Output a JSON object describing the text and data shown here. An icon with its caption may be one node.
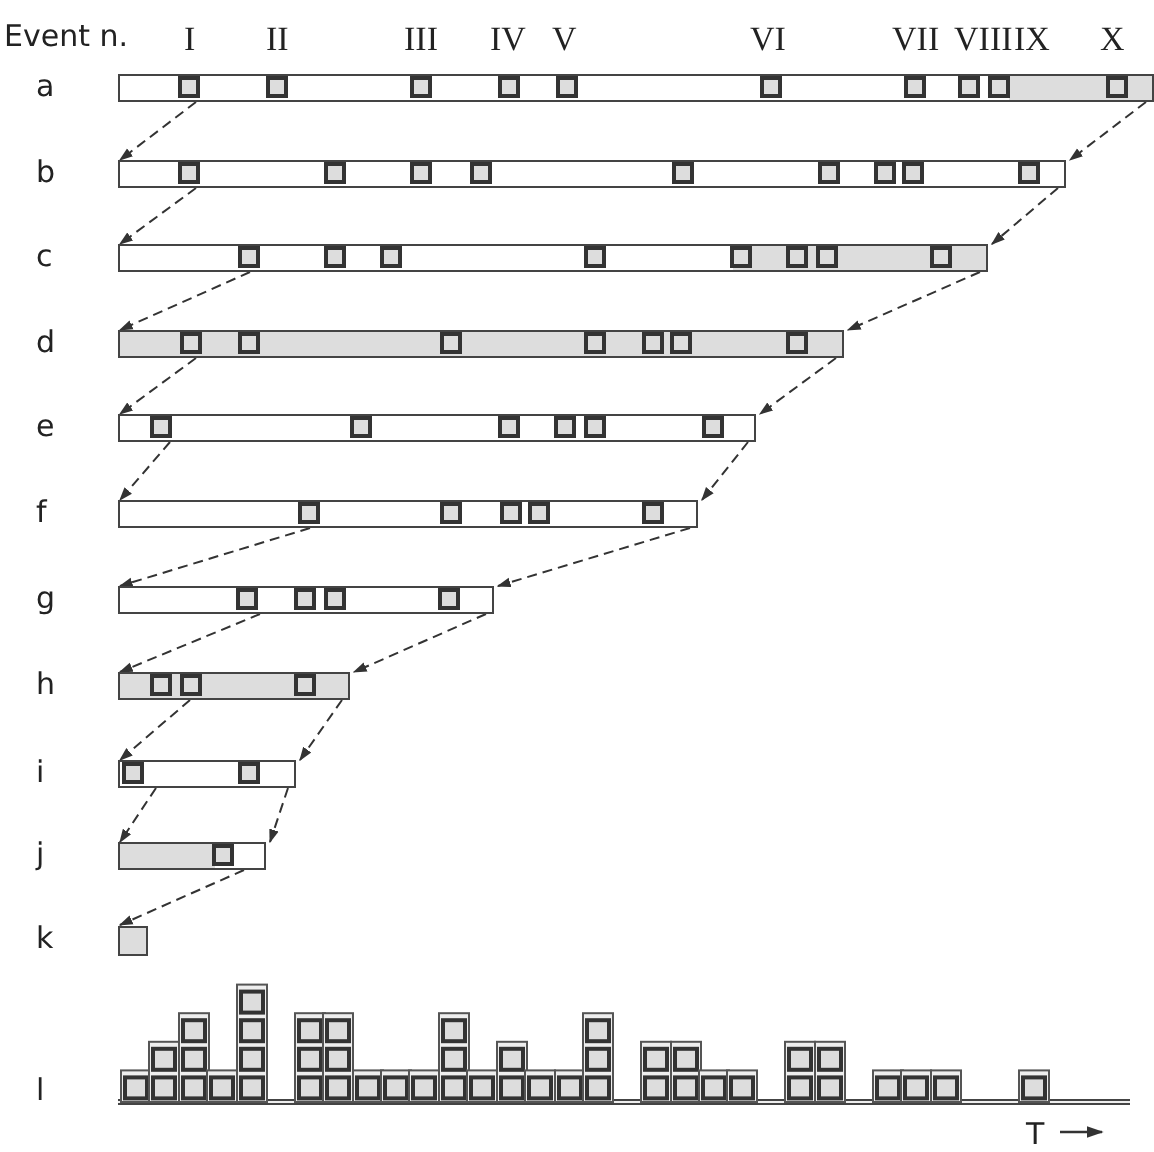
{
  "diagram": {
    "nodes": [
      {
        "text": [],
        "shape": "bar"
      },
      {
        "text": [],
        "shape": "bar"
      },
      {
        "text": [],
        "shape": "bar"
      },
      {
        "text": [],
        "shape": "bar"
      },
      {
        "text": [],
        "shape": "bar"
      },
      {
        "text": [],
        "shape": "bar"
      },
      {
        "text": [],
        "shape": "bar"
      },
      {
        "text": [],
        "shape": "bar"
      },
      {
        "text": [],
        "shape": "bar"
      },
      {
        "text": [],
        "shape": "bar"
      },
      {
        "text": [],
        "shape": "box"
      }
    ],
    "edges": [
      {
        "from": 0,
        "to": 1,
        "arrow": "to",
        "style": "dashed"
      },
      {
        "from": 0,
        "to": 1,
        "arrow": "to",
        "style": "dashed"
      },
      {
        "from": 1,
        "to": 2,
        "arrow": "to",
        "style": "dashed"
      },
      {
        "from": 1,
        "to": 2,
        "arrow": "to",
        "style": "dashed"
      },
      {
        "from": 2,
        "to": 3,
        "arrow": "to",
        "style": "dashed"
      },
      {
        "from": 2,
        "to": 3,
        "arrow": "to",
        "style": "dashed"
      },
      {
        "from": 3,
        "to": 4,
        "arrow": "to",
        "style": "dashed"
      },
      {
        "from": 3,
        "to": 4,
        "arrow": "to",
        "style": "dashed"
      },
      {
        "from": 4,
        "to": 5,
        "arrow": "to",
        "style": "dashed"
      },
      {
        "from": 4,
        "to": 5,
        "arrow": "to",
        "style": "dashed"
      },
      {
        "from": 5,
        "to": 6,
        "arrow": "to",
        "style": "dashed"
      },
      {
        "from": 5,
        "to": 6,
        "arrow": "to",
        "style": "dashed"
      },
      {
        "from": 6,
        "to": 7,
        "arrow": "to",
        "style": "dashed"
      },
      {
        "from": 6,
        "to": 7,
        "arrow": "to",
        "style": "dashed"
      },
      {
        "from": 7,
        "to": 8,
        "arrow": "to",
        "style": "dashed"
      },
      {
        "from": 7,
        "to": 8,
        "arrow": "to",
        "style": "dashed"
      },
      {
        "from": 8,
        "to": 9,
        "arrow": "to",
        "style": "dashed"
      },
      {
        "from": 8,
        "to": 9,
        "arrow": "to",
        "style": "dashed"
      },
      {
        "from": 9,
        "to": 10,
        "arrow": "to",
        "style": "dashed"
      }
    ],
    "labels": [
      "Event n.",
      "I",
      "II",
      "III",
      "IV",
      "V",
      "VI",
      "VII",
      "VIII",
      "IX",
      "X",
      "a",
      "b",
      "c",
      "d",
      "e",
      "f",
      "g",
      "h",
      "i",
      "j",
      "k",
      "l",
      "T"
    ]
  }
}
